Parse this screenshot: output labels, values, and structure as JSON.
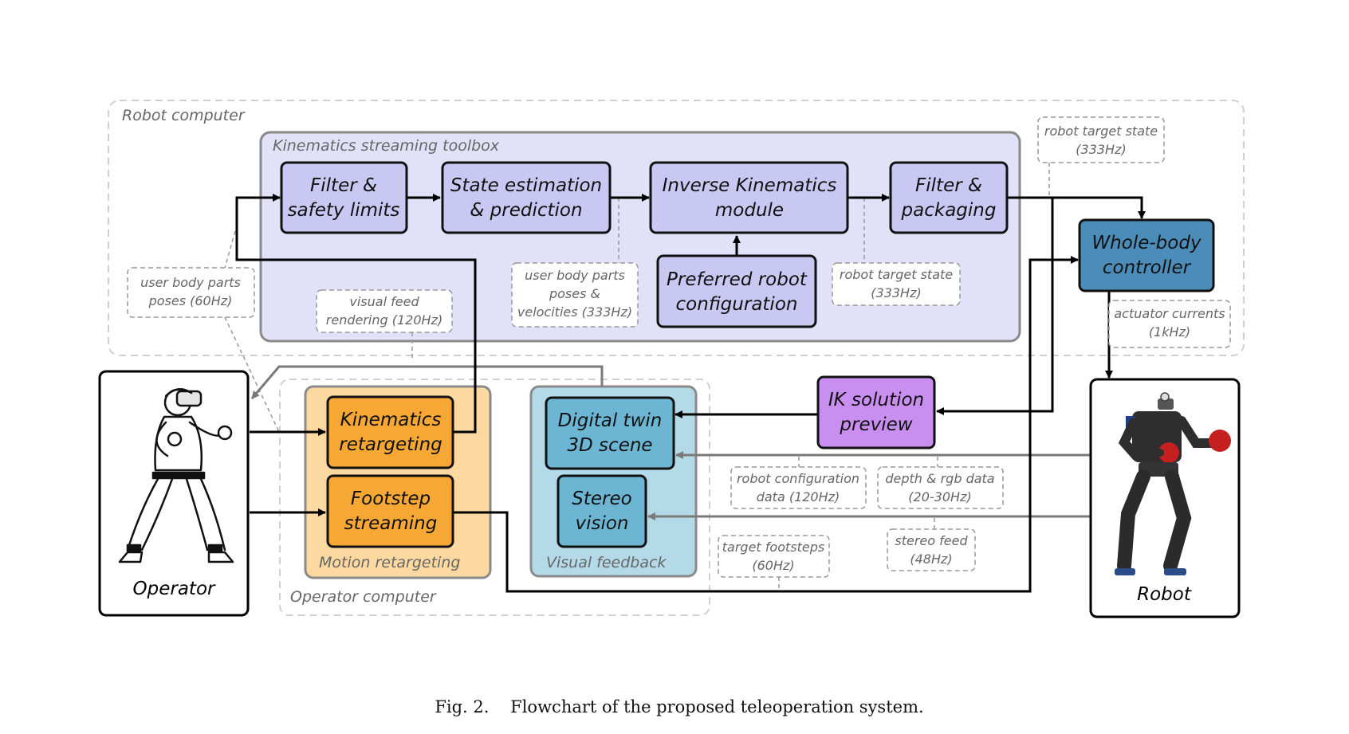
{
  "groups": {
    "robot_computer": "Robot computer",
    "kinematics_toolbox": "Kinematics streaming toolbox",
    "operator_computer": "Operator computer",
    "motion_retargeting": "Motion retargeting",
    "visual_feedback": "Visual feedback"
  },
  "blocks": {
    "filter_safety": [
      "Filter &",
      "safety limits"
    ],
    "state_estimation": [
      "State estimation",
      "& prediction"
    ],
    "inverse_kinematics": [
      "Inverse Kinematics",
      "module"
    ],
    "filter_packaging": [
      "Filter &",
      "packaging"
    ],
    "preferred_config": [
      "Preferred robot",
      "configuration"
    ],
    "whole_body": [
      "Whole-body",
      "controller"
    ],
    "kin_retargeting": [
      "Kinematics",
      "retargeting"
    ],
    "footstep_streaming": [
      "Footstep",
      "streaming"
    ],
    "digital_twin": [
      "Digital twin",
      "3D scene"
    ],
    "stereo_vision": [
      "Stereo",
      "vision"
    ],
    "ik_preview": [
      "IK solution",
      "preview"
    ]
  },
  "labels": {
    "robot_target_top": [
      "robot target state",
      "(333Hz)"
    ],
    "user_poses_60": [
      "user body parts",
      "poses (60Hz)"
    ],
    "visual_feed": [
      "visual feed",
      "rendering (120Hz)"
    ],
    "user_poses_333": [
      "user body parts",
      "poses &",
      "velocities (333Hz)"
    ],
    "robot_target_mid": [
      "robot target state",
      "(333Hz)"
    ],
    "actuator_currents": [
      "actuator currents",
      "(1kHz)"
    ],
    "robot_config": [
      "robot configuration",
      "data (120Hz)"
    ],
    "depth_rgb": [
      "depth & rgb data",
      "(20-30Hz)"
    ],
    "target_footsteps": [
      "target footsteps",
      "(60Hz)"
    ],
    "stereo_feed": [
      "stereo feed",
      "(48Hz)"
    ]
  },
  "entities": {
    "operator": "Operator",
    "robot": "Robot"
  },
  "caption": "Fig. 2.    Flowchart of the proposed teleoperation system.",
  "colors": {
    "toolbox_fill": "#e0e0f8",
    "toolbox_block": "#c9c8f2",
    "whole_body": "#4b8db8",
    "orange_group": "#fcd9a0",
    "orange_block": "#f7a734",
    "blue_group": "#b4d9e8",
    "blue_block": "#6cb6d4",
    "purple_block": "#c88ff0"
  }
}
